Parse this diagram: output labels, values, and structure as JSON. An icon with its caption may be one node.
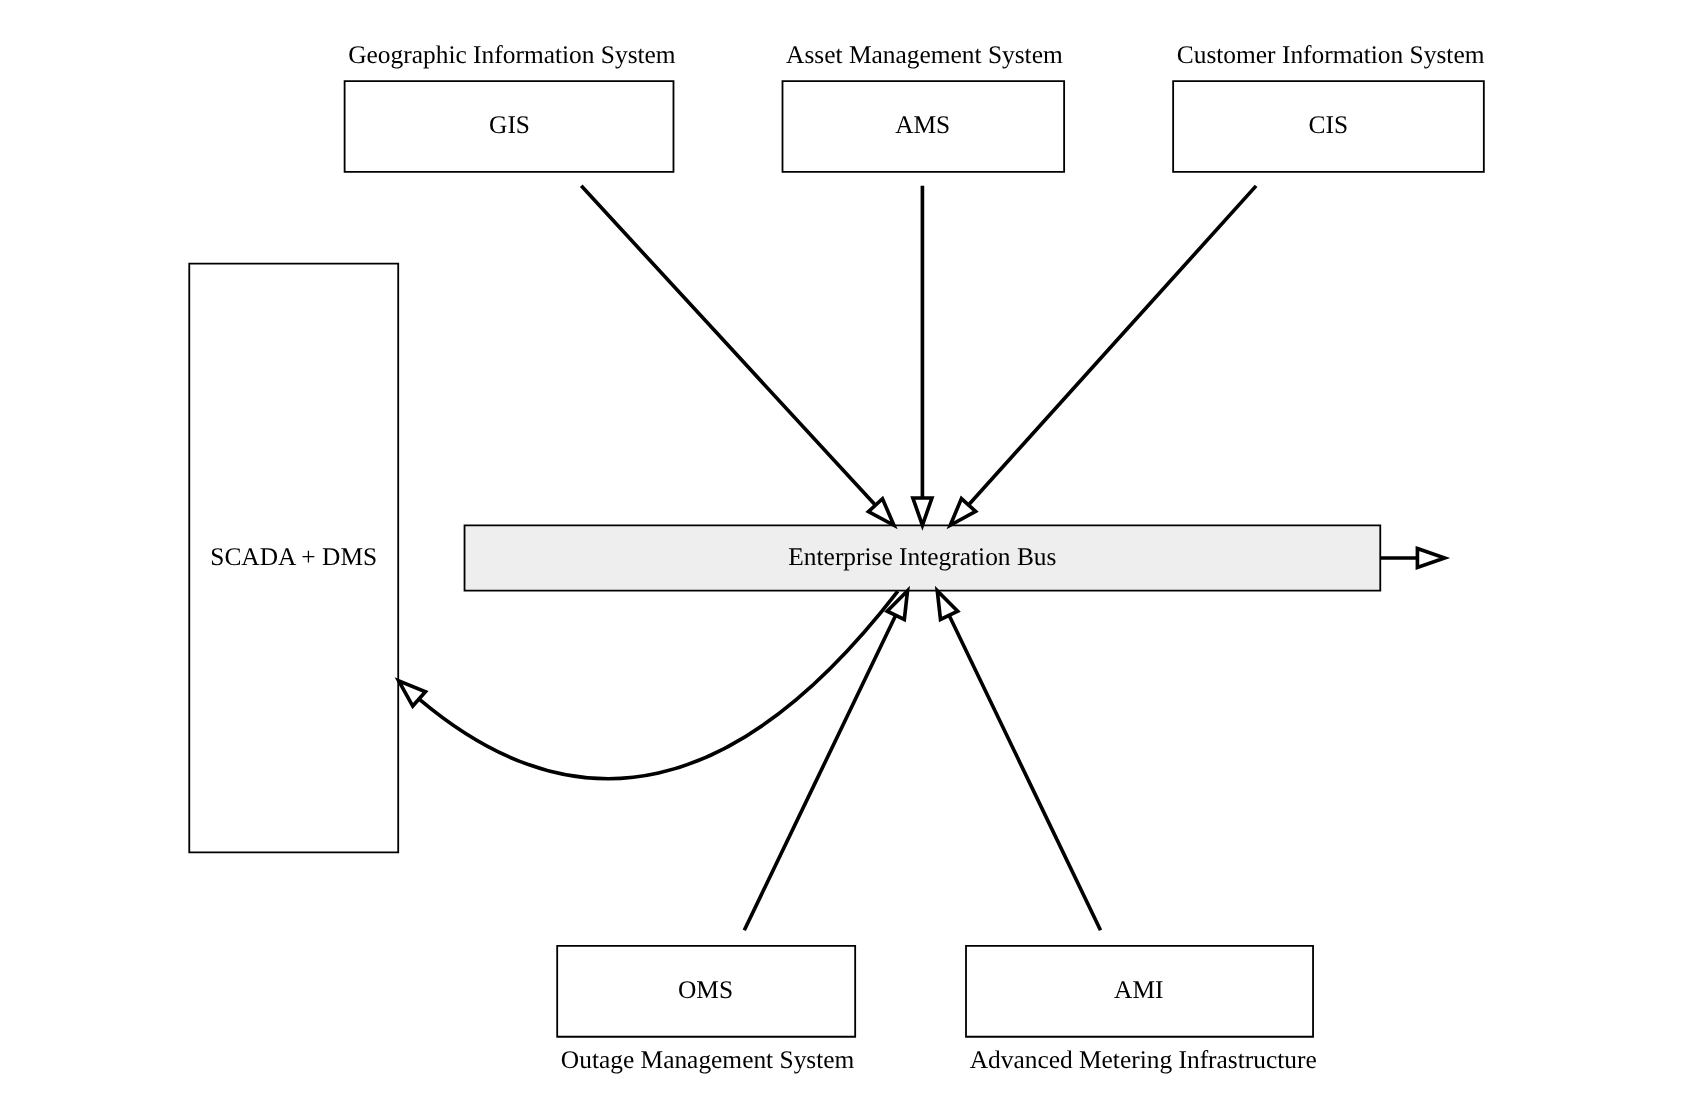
{
  "diagram": {
    "nodes": [
      {
        "text": [
          "SCADA + DMS"
        ]
      },
      {
        "text": [
          "GIS"
        ],
        "beside": [
          "Geographic Information System"
        ]
      },
      {
        "text": [
          "AMS"
        ],
        "beside": [
          "Asset Management System"
        ]
      },
      {
        "text": [
          "CIS"
        ],
        "beside": [
          "Customer Information System"
        ]
      },
      {
        "text": [
          "Enterprise Integration Bus"
        ]
      },
      {
        "text": [
          "OMS"
        ],
        "beside": [
          "Outage Management System"
        ]
      },
      {
        "text": [
          "AMI"
        ],
        "beside": [
          "Advanced Metering Infrastructure"
        ]
      }
    ],
    "edges": [
      {
        "from": 4,
        "to": 0,
        "arrow": "to"
      },
      {
        "from": 4,
        "to": null,
        "arrow": "to"
      },
      {
        "from": 1,
        "to": 4,
        "arrow": "to"
      },
      {
        "from": 2,
        "to": 4,
        "arrow": "to"
      },
      {
        "from": 3,
        "to": 4,
        "arrow": "to"
      },
      {
        "from": 5,
        "to": 4,
        "arrow": "to"
      },
      {
        "from": 6,
        "to": 4,
        "arrow": "to"
      }
    ]
  }
}
